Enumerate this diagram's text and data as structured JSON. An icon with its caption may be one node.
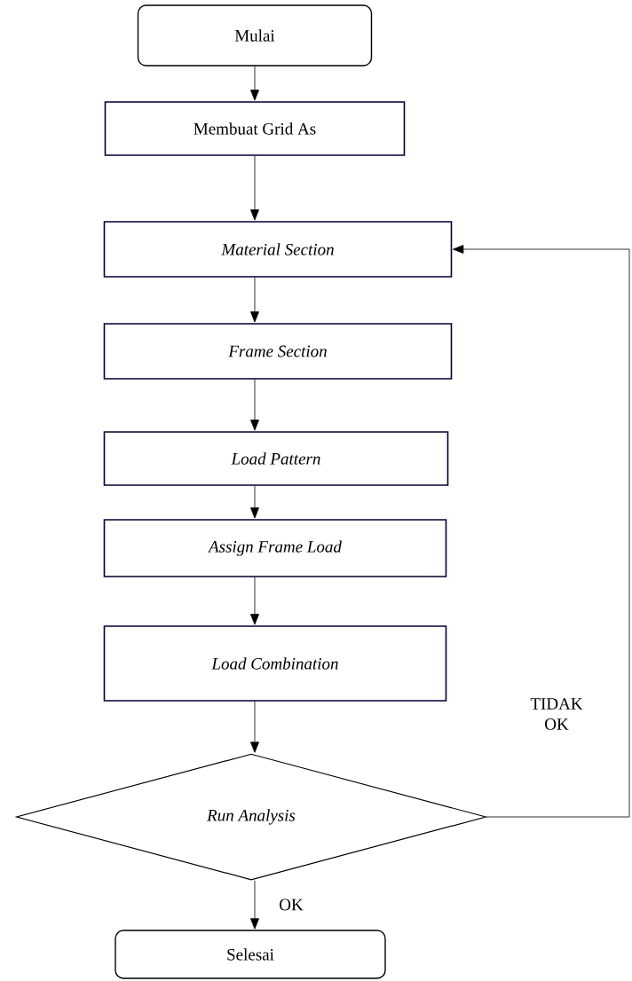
{
  "diagram": {
    "nodes": [
      {
        "text": [
          "Mulai"
        ]
      },
      {
        "text": [
          "Membuat  Grid As"
        ]
      },
      {
        "text": [
          "Material Section"
        ]
      },
      {
        "text": [
          "Frame Section"
        ]
      },
      {
        "text": [
          "Load Pattern"
        ]
      },
      {
        "text": [
          "Assign Frame Load"
        ]
      },
      {
        "text": [
          "Load Combination"
        ]
      },
      {
        "text": [
          "Run Analysis"
        ]
      },
      {
        "text": [
          "Selesai"
        ]
      }
    ],
    "edges": [
      {
        "from": 0,
        "to": 1,
        "arrow": "to"
      },
      {
        "from": 1,
        "to": 2,
        "arrow": "to"
      },
      {
        "from": 2,
        "to": 3,
        "arrow": "to"
      },
      {
        "from": 3,
        "to": 4,
        "arrow": "to"
      },
      {
        "from": 4,
        "to": 5,
        "arrow": "to"
      },
      {
        "from": 5,
        "to": 6,
        "arrow": "to"
      },
      {
        "from": 6,
        "to": 7,
        "arrow": "to"
      },
      {
        "from": 7,
        "to": 8,
        "arrow": "to",
        "label": "OK"
      },
      {
        "from": 7,
        "to": 2,
        "arrow": "to",
        "label": "TIDAK OK"
      }
    ]
  }
}
